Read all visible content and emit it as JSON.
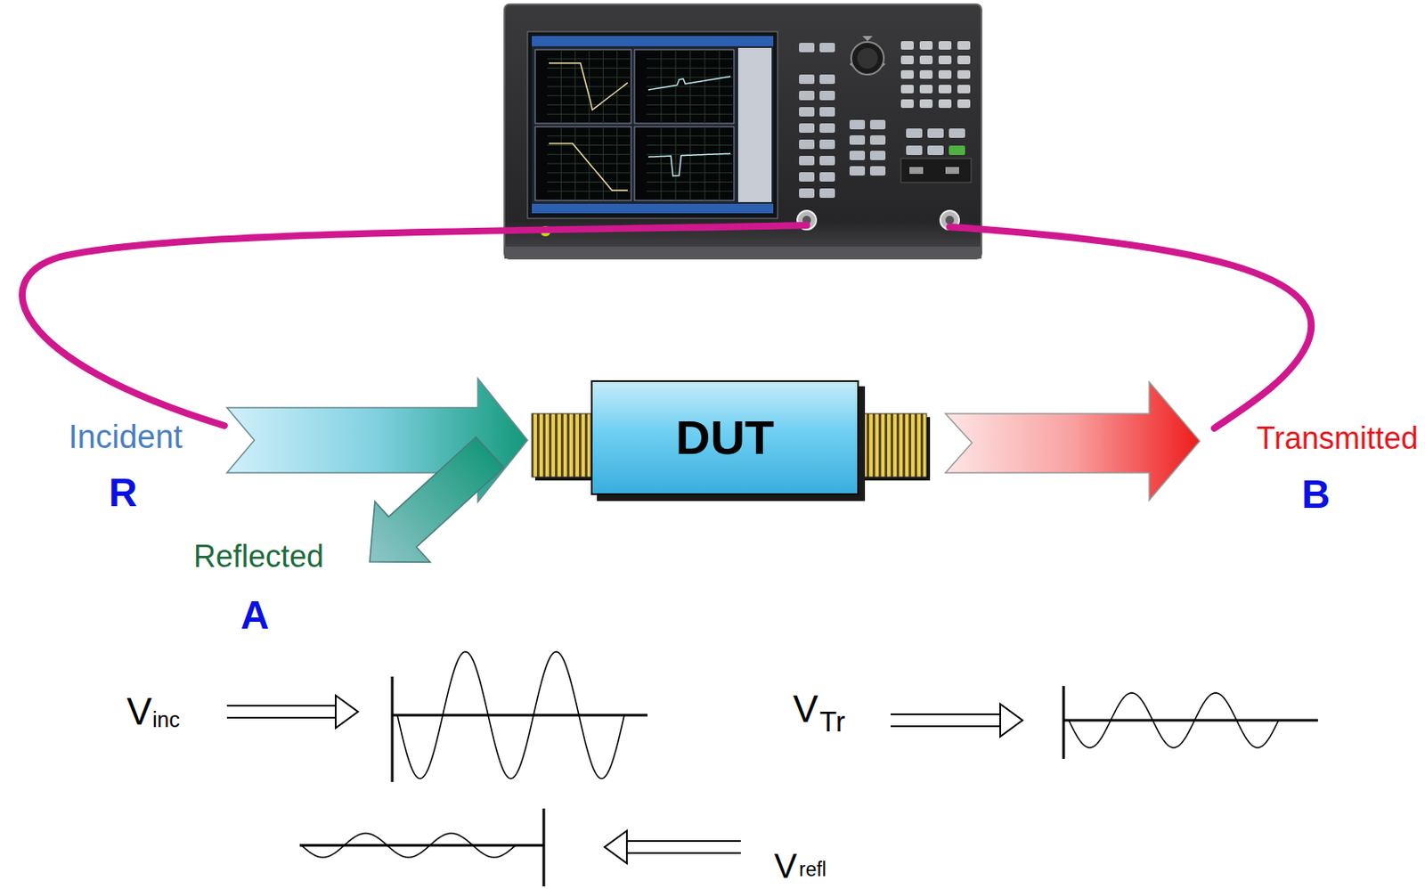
{
  "diagram": {
    "nodes": [
      {
        "text": [
          "DUT"
        ]
      }
    ],
    "labels": [
      "Incident",
      "R",
      "Reflected",
      "A",
      "Transmitted",
      "B",
      "V",
      "inc",
      "V",
      "Tr",
      "V",
      "refl"
    ]
  }
}
